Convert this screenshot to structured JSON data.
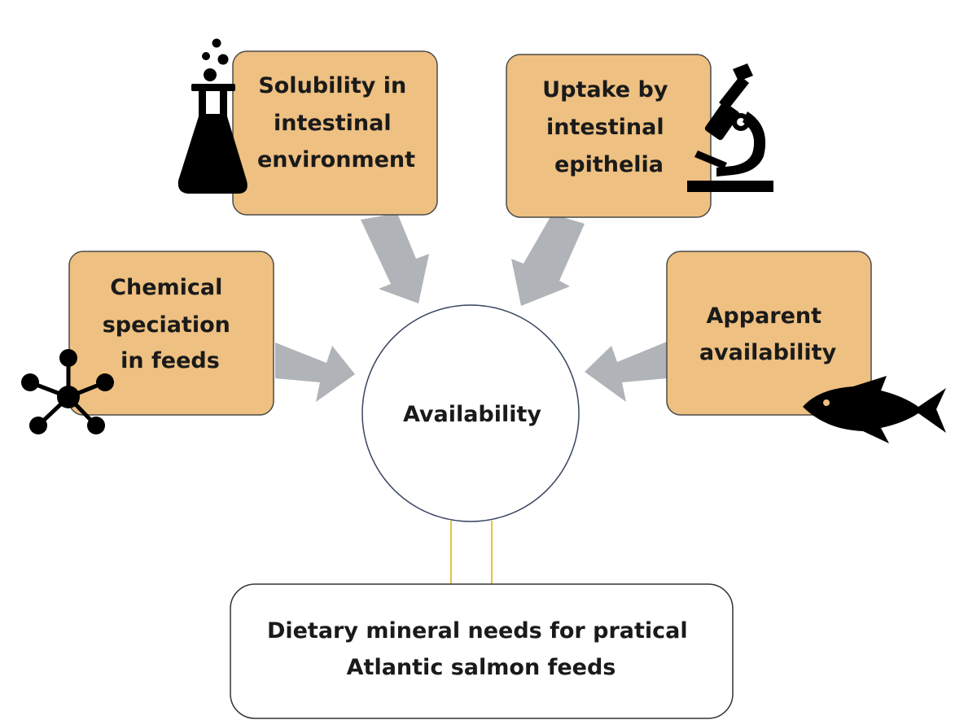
{
  "colors": {
    "box_fill": "#eec081",
    "box_stroke": "#4a4a4a",
    "arrow_fill": "#b0b3b8",
    "connector": "#e6c23a",
    "icon": "#000000",
    "center_fill": "#ffffff",
    "center_stroke": "#3a4660"
  },
  "center": {
    "label": "Availability"
  },
  "factors": {
    "solubility": {
      "lines": [
        "Solubility in",
        "intestinal",
        "environment"
      ],
      "icon": "flask-icon"
    },
    "uptake": {
      "lines": [
        "Uptake by",
        "intestinal",
        "epithelia"
      ],
      "icon": "microscope-icon"
    },
    "speciation": {
      "lines": [
        "Chemical",
        "speciation",
        "in feeds"
      ],
      "icon": "molecule-icon"
    },
    "apparent": {
      "lines": [
        "Apparent",
        "availability"
      ],
      "icon": "fish-icon"
    }
  },
  "outcome": {
    "lines": [
      "Dietary mineral needs for pratical",
      "Atlantic salmon feeds"
    ]
  }
}
